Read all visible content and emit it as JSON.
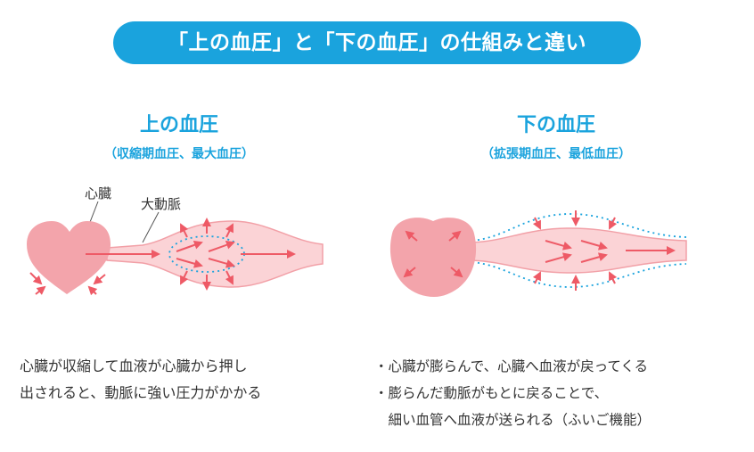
{
  "banner": {
    "title": "「上の血圧」と「下の血圧」の仕組みと違い"
  },
  "left": {
    "title": "上の血圧",
    "subtitle": "（収縮期血圧、最大血圧）",
    "label_heart": "心臓",
    "label_artery": "大動脈",
    "desc": [
      "心臓が収縮して血液が心臓から押し",
      "出されると、動脈に強い圧力がかかる"
    ]
  },
  "right": {
    "title": "下の血圧",
    "subtitle": "（拡張期血圧、最低血圧）",
    "desc": [
      "・心臓が膨らんで、心臓へ血液が戻ってくる",
      "・膨らんだ動脈がもとに戻ることで、",
      "　細い血管へ血液が送られる（ふいご機能）"
    ]
  },
  "colors": {
    "accent": "#1aa3dd",
    "heart": "#f3a4ab",
    "vessel": "#fbd3d6",
    "vessel_edge": "#f2a0a7",
    "arrow": "#ee5a66"
  }
}
